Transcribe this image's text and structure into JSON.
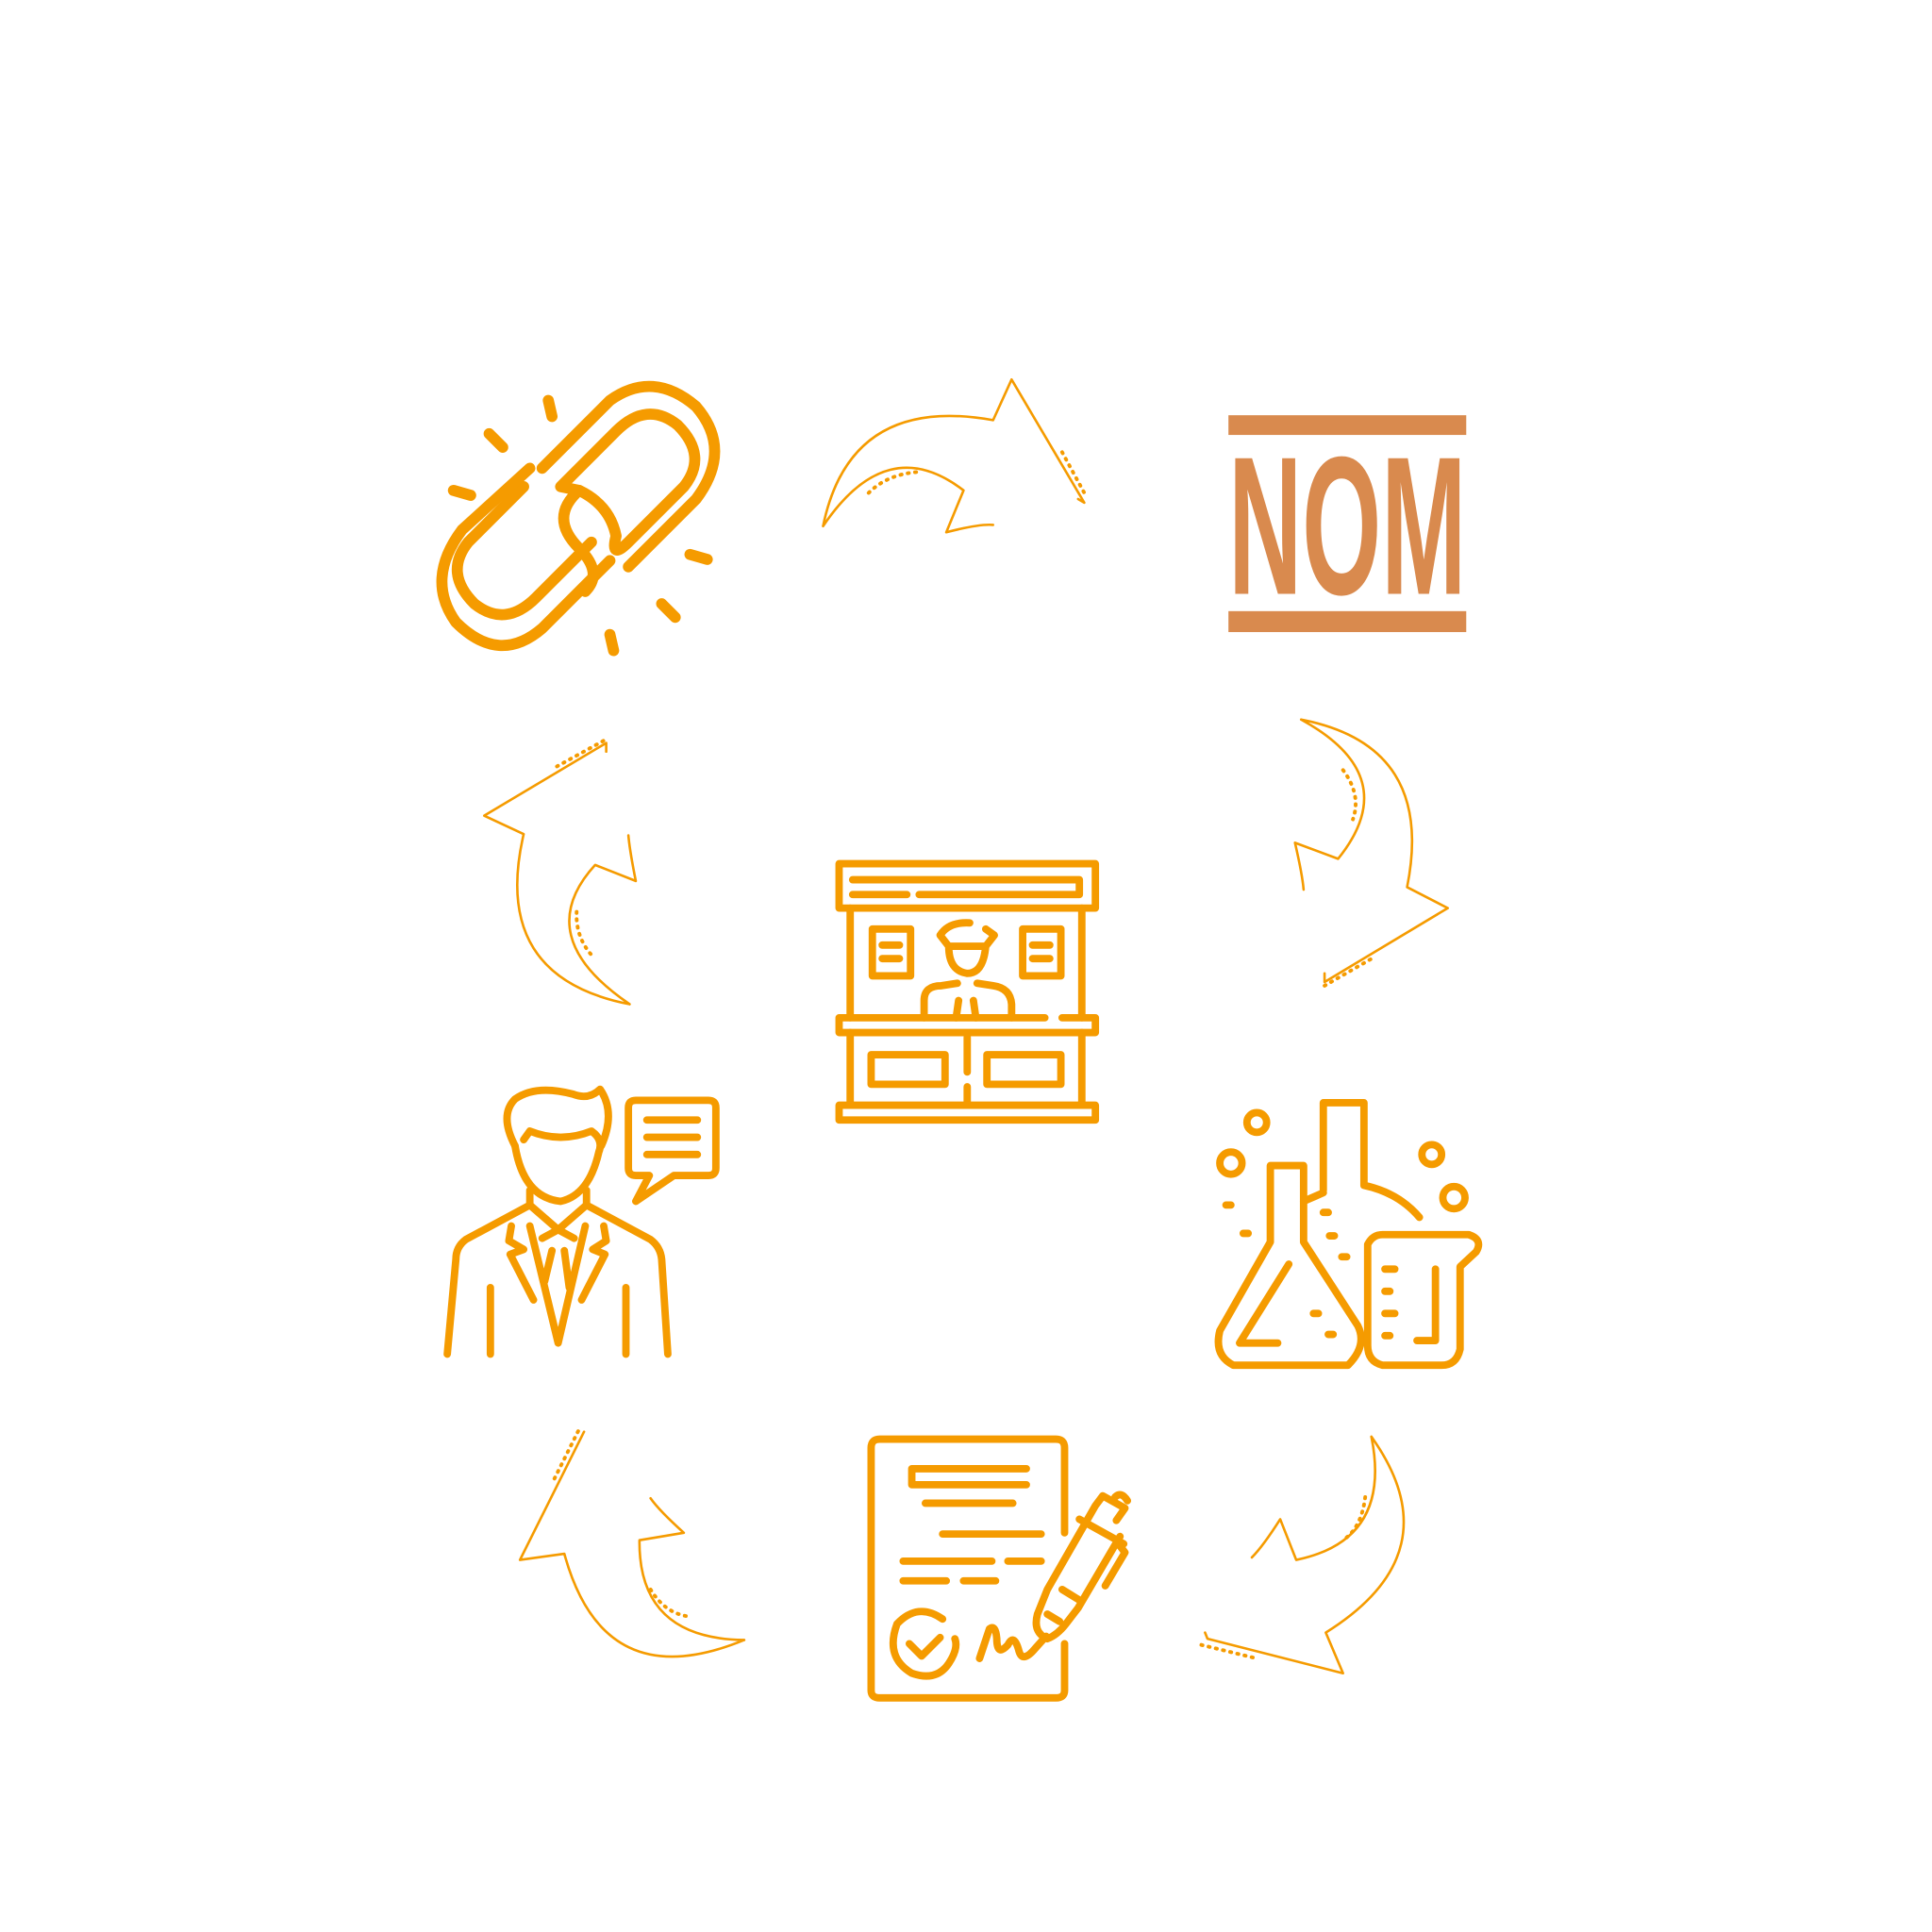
{
  "diagram": {
    "type": "cycle",
    "accent_color": "#f59b00",
    "logo_color": "#d98a4e",
    "logo_text": "NOM",
    "nodes": [
      {
        "icon": "broken-chain-link-icon"
      },
      {
        "icon": "nom-logo"
      },
      {
        "icon": "laboratory-flasks-icon"
      },
      {
        "icon": "signed-document-icon"
      },
      {
        "icon": "businessman-consultant-icon"
      }
    ],
    "center": {
      "icon": "storefront-shop-icon"
    }
  }
}
